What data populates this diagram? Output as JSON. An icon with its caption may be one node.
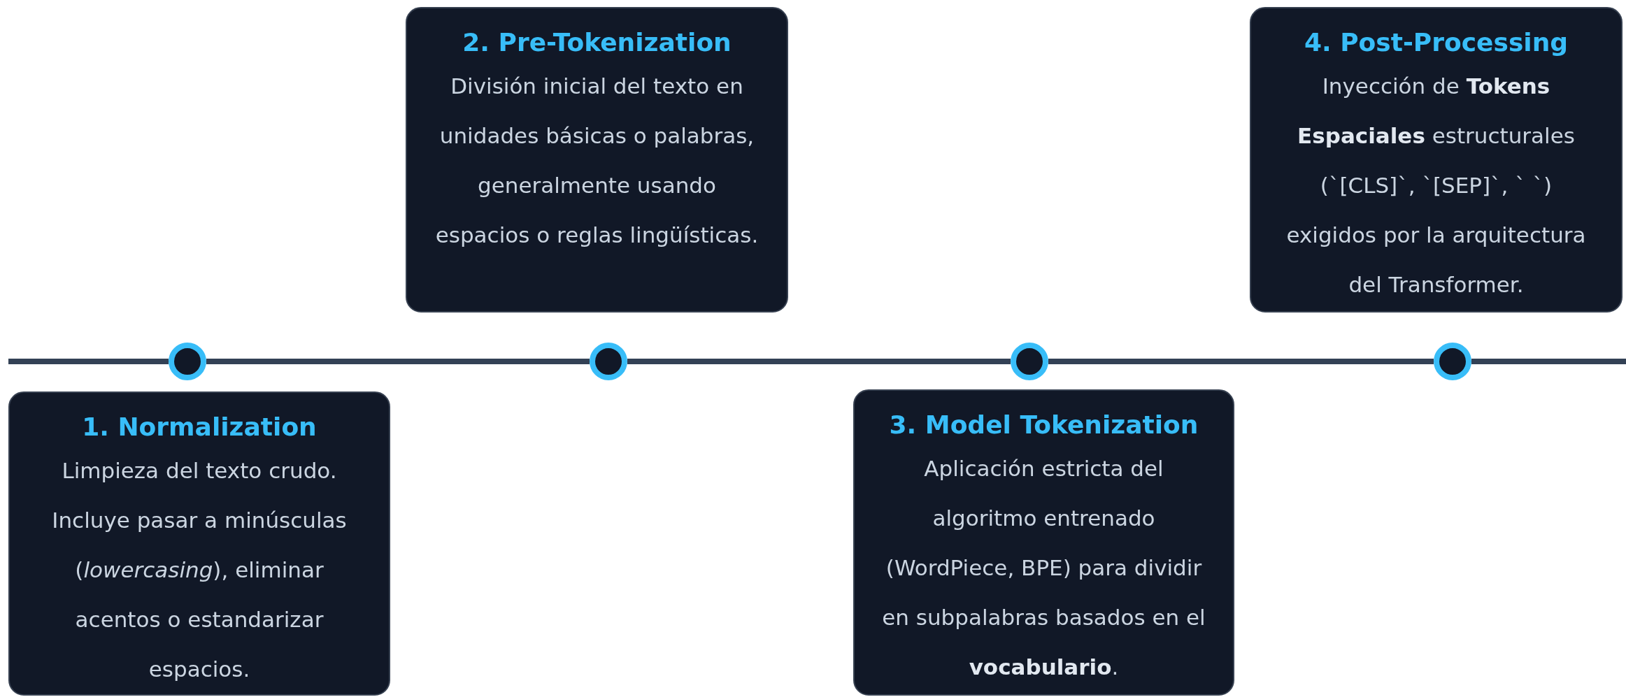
{
  "diagram": {
    "nodes": [
      {
        "text": [
          "1. Normalization",
          "Limpieza del texto crudo. Incluye pasar a minúsculas (*lowercasing*), eliminar acentos o estandarizar espacios."
        ]
      },
      {
        "text": [
          "2. Pre-Tokenization",
          "División inicial del texto en unidades básicas o palabras, generalmente usando espacios o reglas lingüísticas."
        ]
      },
      {
        "text": [
          "3. Model Tokenization",
          "Aplicación estricta del algoritmo entrenado (WordPiece, BPE) para dividir en subpalabras basados en el **vocabulario**."
        ]
      },
      {
        "text": [
          "4. Post-Processing",
          "Inyección de **Tokens Espaciales** estructurales (`[CLS]`, `[SEP]`, ` `) exigidos por la arquitectura del Transformer."
        ]
      },
      {
        "text": [],
        "shape": "circle"
      },
      {
        "text": [],
        "shape": "circle"
      },
      {
        "text": [],
        "shape": "circle"
      },
      {
        "text": [],
        "shape": "circle"
      }
    ],
    "edges": [
      {
        "from": 4,
        "to": 5,
        "arrow": "none"
      },
      {
        "from": 5,
        "to": 6,
        "arrow": "none"
      },
      {
        "from": 6,
        "to": 7,
        "arrow": "none"
      }
    ]
  }
}
